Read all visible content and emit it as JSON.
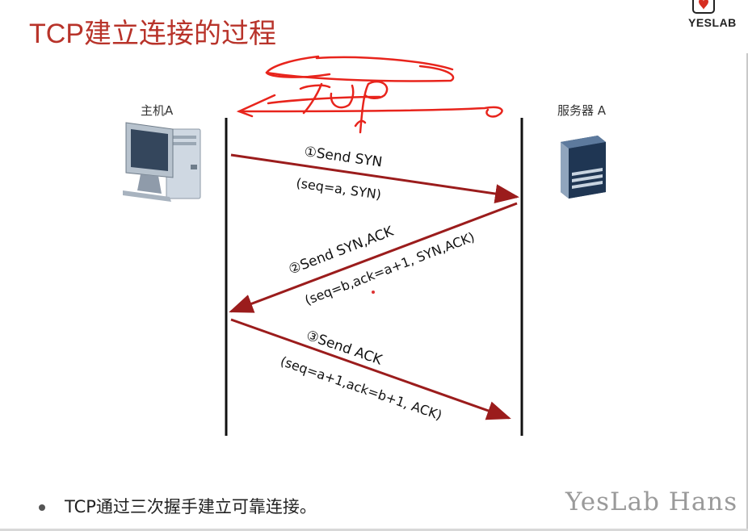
{
  "title": "TCP建立连接的过程",
  "logo": {
    "text": "YESLAB"
  },
  "nodes": {
    "host": "主机A",
    "server": "服务器 A"
  },
  "messages": [
    {
      "label": "①Send SYN",
      "detail": "(seq=a, SYN)"
    },
    {
      "label": "②Send SYN,ACK",
      "detail": "(seq=b,ack=a+1, SYN,ACK)"
    },
    {
      "label": "③Send ACK",
      "detail": "(seq=a+1,ack=b+1, ACK)"
    }
  ],
  "annotation": {
    "text": "TCP"
  },
  "bullets": [
    "TCP通过三次握手建立可靠连接。"
  ],
  "watermark": "YesLab Hans",
  "colors": {
    "title": "#b8332a",
    "arrow": "#9b1c1c",
    "ink": "#e8241c"
  }
}
